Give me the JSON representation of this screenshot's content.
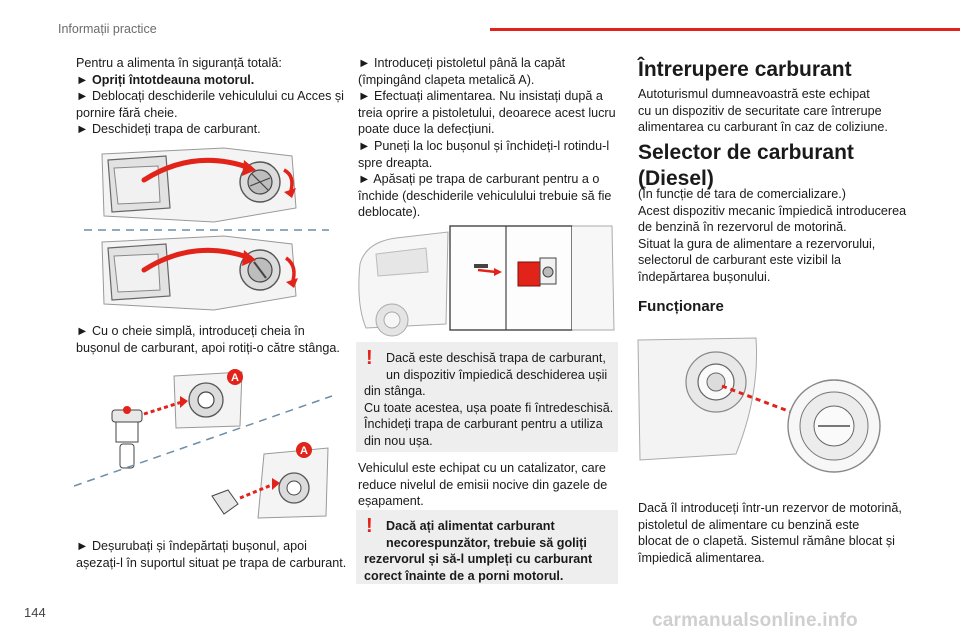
{
  "header": {
    "title": "Informații practice"
  },
  "page_number": "144",
  "watermark": "carmanualsonline.info",
  "col1": {
    "intro": [
      "Pentru a alimenta în siguranță totală:",
      "► Opriți întotdeauna motorul.",
      "► Deblocați deschiderile vehiculului cu Acces și",
      "pornire fără cheie.",
      "► Deschideți trapa de carburant."
    ],
    "key_text": [
      "► Cu o cheie simplă, introduceți cheia în",
      "bușonul de carburant, apoi rotiți-o către stânga."
    ],
    "label_a1": "A",
    "label_a2": "A",
    "unscrew_text": [
      "► Deșurubați și îndepărtați bușonul, apoi",
      "așezați-l în suportul situat pe trapa de carburant."
    ]
  },
  "col2": {
    "intro": [
      "► Introduceți pistoletul până la capăt",
      "(împingând clapeta metalică A).",
      "► Efectuați alimentarea. Nu insistați după a",
      "treia oprire a pistoletului, deoarece acest lucru",
      "poate duce la defecțiuni.",
      "► Puneți la loc bușonul și închideți-l rotindu-l",
      "spre dreapta.",
      "► Apăsați pe trapa de carburant pentru a o",
      "închide (deschiderile vehiculului trebuie să fie",
      "deblocate)."
    ],
    "warning1": [
      "Dacă este deschisă trapa de carburant,",
      "un dispozitiv împiedică deschiderea ușii",
      "din stânga.",
      "Cu toate acestea, ușa poate fi întredeschisă.",
      "Închideți trapa de carburant pentru a utiliza",
      "din nou ușa."
    ],
    "catalyst": [
      "Vehiculul este echipat cu un catalizator, care",
      "reduce nivelul de emisii nocive din gazele de",
      "eșapament."
    ],
    "warning2": [
      "Dacă ați alimentat carburant",
      "necorespunzător, trebuie să goliți",
      "rezervorul și să-l umpleți cu carburant",
      "corect înainte de a porni motorul."
    ]
  },
  "col3": {
    "title1": "Întrerupere carburant",
    "text1": [
      "Autoturismul dumneavoastră este echipat",
      "cu un dispozitiv de securitate care întrerupe",
      "alimentarea cu carburant în caz de coliziune."
    ],
    "title2_line1": "Selector de carburant",
    "title2_line2": "(Diesel)",
    "text2": [
      "(În funcție de tara de comercializare.)",
      "Acest dispozitiv mecanic împiedică introducerea",
      "de benzină în rezervorul de motorină.",
      "Situat la gura de alimentare a rezervorului,",
      "selectorul de carburant este vizibil la",
      "îndepărtarea bușonului."
    ],
    "subtitle": "Funcționare",
    "text3": [
      "Dacă îl introduceți într-un rezervor de motorină,",
      "pistoletul de alimentare cu benzină este",
      "blocat de o clapetă. Sistemul rămâne blocat și",
      "împiedică alimentarea."
    ]
  },
  "warning_glyph": "!",
  "colors": {
    "accent": "#e2231a",
    "warning_bg": "#eeeeee",
    "text": "#1a1a1a"
  }
}
